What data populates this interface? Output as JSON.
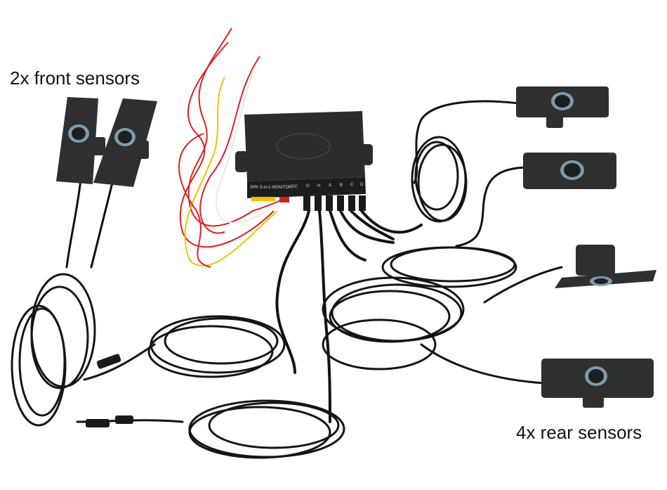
{
  "captions": {
    "front": "2x front sensors",
    "rear": "4x rear sensors"
  },
  "control_box": {
    "label_left": "SPK",
    "label_mode": "5-in-1",
    "label_monitor": "MONITOR",
    "label_dc": "DC",
    "ports": [
      "G",
      "H",
      "A",
      "B",
      "C",
      "D"
    ]
  },
  "colors": {
    "background": "#ffffff",
    "sensor": "#2e2f31",
    "cable": "#121212",
    "wire_red": "#e02020",
    "wire_yellow": "#f2c200"
  }
}
